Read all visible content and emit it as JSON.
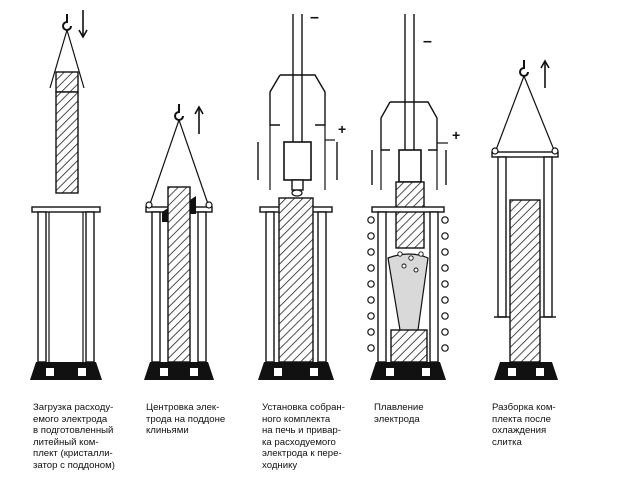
{
  "stages": [
    {
      "caption": "Загрузка расходу-\nемого электрода\nв подготовленный\nлитейный ком-\nплект (кристалли-\nзатор с поддоном)"
    },
    {
      "caption": "Центровка элек-\nтрода на поддоне\nклиньями"
    },
    {
      "caption": "Установка собран-\nного комплекта\nна печь и привар-\nка расходуемого\nэлектрода к пере-\nходнику"
    },
    {
      "caption": "Плавление\nэлектрода"
    },
    {
      "caption": "Разборка ком-\nплекта после\nохлаждения\nслитка"
    }
  ],
  "polarity": {
    "minus": "–",
    "plus": "+"
  },
  "colors": {
    "line": "#111111",
    "hatch": "#222222",
    "melt": "#d9d9d9"
  }
}
